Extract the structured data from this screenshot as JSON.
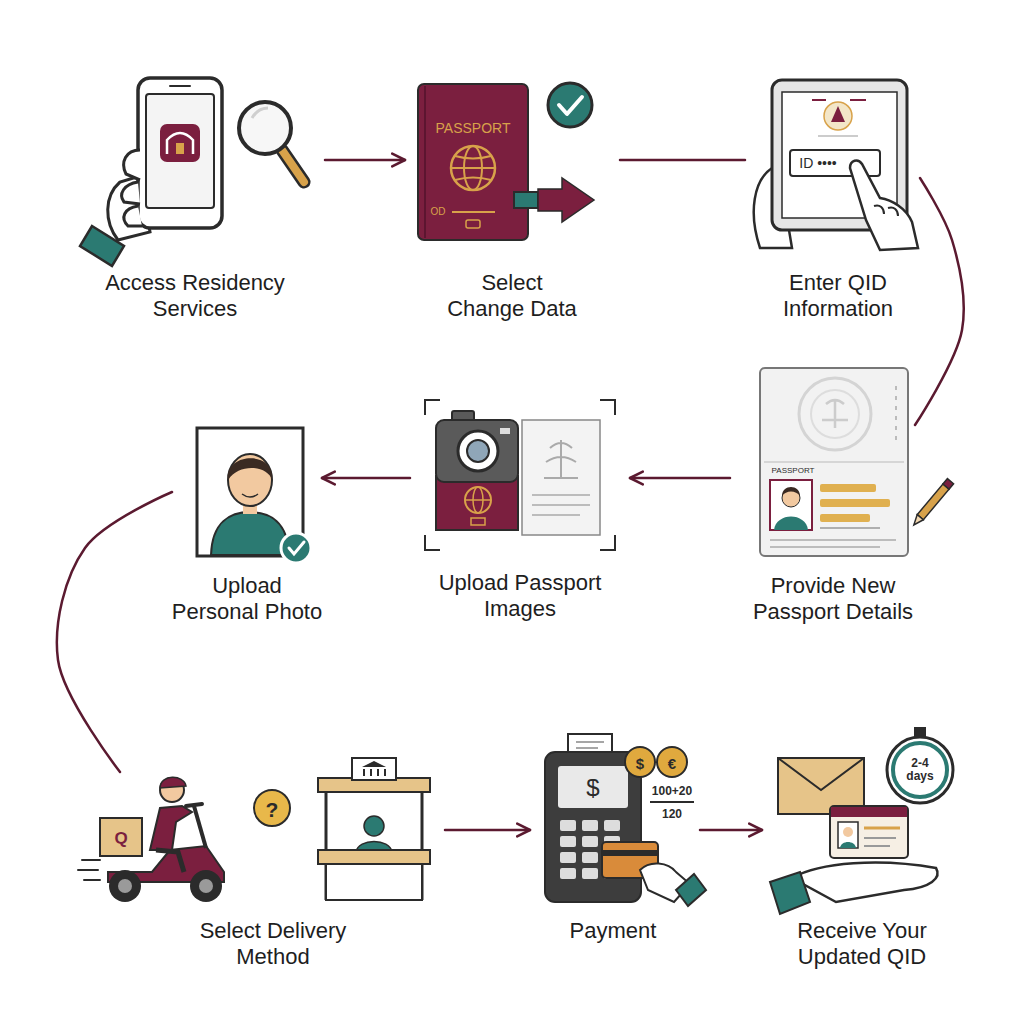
{
  "diagram": {
    "nodes": [
      {
        "text": [
          "Access Residency Services"
        ]
      },
      {
        "text": [
          "Select Change Data"
        ]
      },
      {
        "text": [
          "Enter QID Information"
        ]
      },
      {
        "text": [
          "Provide New Passport Details"
        ]
      },
      {
        "text": [
          "Upload Passport Images"
        ]
      },
      {
        "text": [
          "Upload Personal Photo"
        ]
      },
      {
        "text": [
          "Select Delivery Method"
        ]
      },
      {
        "text": [
          "Payment"
        ]
      },
      {
        "text": [
          "Receive Your Updated QID"
        ]
      }
    ],
    "edges": [
      {
        "from": 0,
        "to": 1,
        "arrow": "to"
      },
      {
        "from": 1,
        "to": 2,
        "arrow": "none"
      },
      {
        "from": 2,
        "to": 3,
        "arrow": "none"
      },
      {
        "from": 3,
        "to": 4,
        "arrow": "to"
      },
      {
        "from": 4,
        "to": 5,
        "arrow": "to"
      },
      {
        "from": 5,
        "to": 6,
        "arrow": "none"
      },
      {
        "from": 6,
        "to": 7,
        "arrow": "to"
      },
      {
        "from": 7,
        "to": 8,
        "arrow": "to"
      }
    ],
    "labels": [
      "PASSPORT",
      "OD",
      "ID ••••",
      "PASSPORT",
      "Q",
      "?",
      "$",
      "$",
      "€",
      "100+20",
      "120",
      "2-4 days"
    ]
  }
}
